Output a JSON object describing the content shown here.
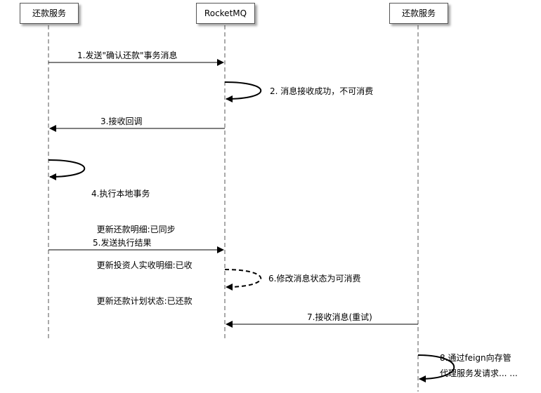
{
  "participants": [
    "还款服务",
    "RocketMQ",
    "还款服务"
  ],
  "messages": [
    {
      "lines": [
        "1.发送\"确认还款\"事务消息"
      ]
    },
    {
      "lines": [
        "2. 消息接收成功，不可消费"
      ]
    },
    {
      "lines": [
        "3.接收回调"
      ]
    },
    {
      "lines": [
        "4.执行本地事务",
        "  更新还款明细:已同步",
        "  更新投资人实收明细:已收",
        "  更新还款计划状态:已还款"
      ]
    },
    {
      "lines": [
        "5.发送执行结果"
      ]
    },
    {
      "lines": [
        "6.修改消息状态为可消费"
      ]
    },
    {
      "lines": [
        "7.接收消息(重试)"
      ]
    },
    {
      "lines": [
        "8.通过feign向存管",
        "代理服务发请求... ..."
      ]
    }
  ]
}
